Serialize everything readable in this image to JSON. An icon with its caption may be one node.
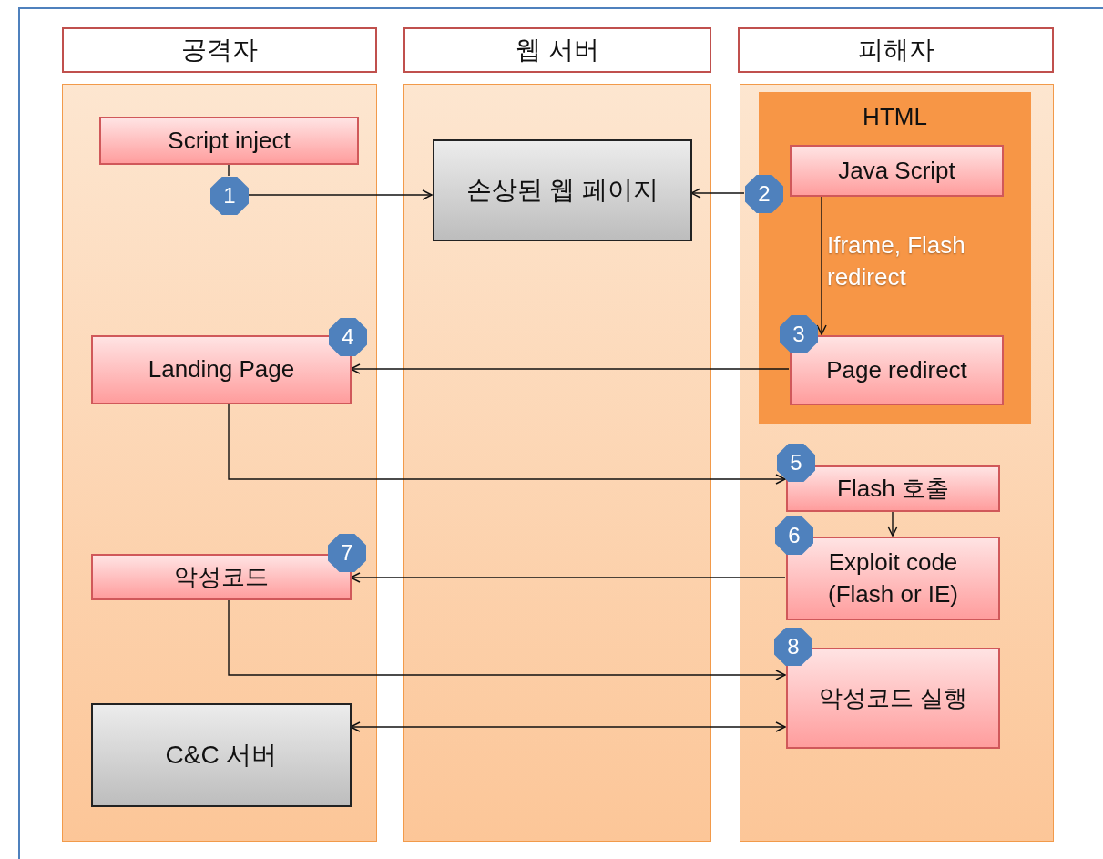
{
  "diagram": {
    "nodes": [
      {
        "text": [
          "공격자"
        ]
      },
      {
        "text": [
          "웹 서버"
        ]
      },
      {
        "text": [
          "피해자"
        ]
      },
      {
        "text": [],
        "shape": "box"
      },
      {
        "text": [],
        "shape": "box"
      },
      {
        "text": [],
        "shape": "box"
      },
      {
        "text": [
          "Script inject"
        ],
        "in": 3
      },
      {
        "text": [
          "1"
        ],
        "in": 3
      },
      {
        "text": [
          "손상된 웹 페이지"
        ],
        "in": 4
      },
      {
        "text": [
          "HTML"
        ],
        "in": 5
      },
      {
        "text": [
          "Java Script"
        ],
        "in": 9
      },
      {
        "text": [
          "2"
        ],
        "in": 5
      },
      {
        "text": [
          "3"
        ],
        "in": 9
      },
      {
        "text": [
          "Page redirect"
        ],
        "in": 9
      },
      {
        "text": [
          "4"
        ],
        "in": 3
      },
      {
        "text": [
          "Landing Page"
        ],
        "in": 3
      },
      {
        "text": [
          "5"
        ],
        "in": 5
      },
      {
        "text": [
          "Flash 호출"
        ],
        "in": 5
      },
      {
        "text": [
          "6"
        ],
        "in": 5
      },
      {
        "text": [
          "Exploit code (Flash or IE)"
        ],
        "in": 5
      },
      {
        "text": [
          "7"
        ],
        "in": 3
      },
      {
        "text": [
          "악성코드"
        ],
        "in": 3
      },
      {
        "text": [
          "8"
        ],
        "in": 5
      },
      {
        "text": [
          "악성코드 실행"
        ],
        "in": 5
      },
      {
        "text": [
          "C&C 서버"
        ],
        "in": 3
      }
    ],
    "edges": [
      {
        "from": 6,
        "to": 7,
        "arrow": "none"
      },
      {
        "from": 7,
        "to": 8,
        "arrow": "to"
      },
      {
        "from": 11,
        "to": 8,
        "arrow": "to"
      },
      {
        "from": 10,
        "to": 13,
        "arrow": "to",
        "label": "Iframe, Flash redirect"
      },
      {
        "from": 13,
        "to": 15,
        "arrow": "to"
      },
      {
        "from": 15,
        "to": 17,
        "arrow": "to"
      },
      {
        "from": 17,
        "to": 19,
        "arrow": "to"
      },
      {
        "from": 19,
        "to": 21,
        "arrow": "to"
      },
      {
        "from": 21,
        "to": 23,
        "arrow": "to"
      },
      {
        "from": 24,
        "to": 23,
        "arrow": "both"
      }
    ]
  }
}
